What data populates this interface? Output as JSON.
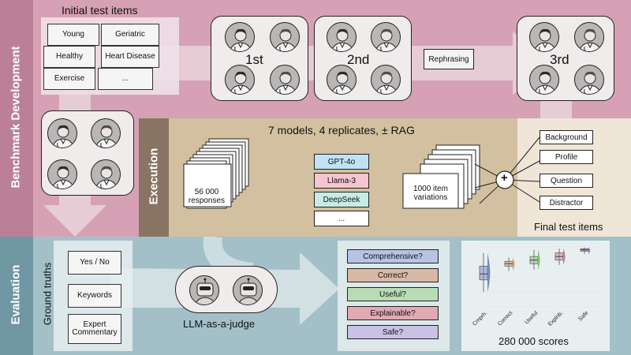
{
  "sections": {
    "benchmark": "Benchmark Development",
    "execution": "Execution",
    "evaluation": "Evaluation",
    "ground_truths": "Ground truths"
  },
  "bench": {
    "initial_title": "Initial test items",
    "initial_items": [
      "Young",
      "Geriatric",
      "Healthy",
      "Heart Disease",
      "Exercise",
      "..."
    ],
    "rounds": [
      "1st",
      "2nd",
      "3rd"
    ],
    "rephrasing": "Rephrasing"
  },
  "execution": {
    "title": "7 models, 4 replicates, ± RAG",
    "responses": "56 000 responses",
    "models": [
      {
        "name": "GPT-4o",
        "color": "#bfe3f5"
      },
      {
        "name": "Llama-3",
        "color": "#f4c6cf"
      },
      {
        "name": "DeepSeek",
        "color": "#c7ece3"
      },
      {
        "name": "...",
        "color": "#ffffff"
      }
    ],
    "variations": "1000 item variations",
    "plus": "+",
    "components": [
      "Background",
      "Profile",
      "Question",
      "Distractor"
    ],
    "final_label": "Final test items"
  },
  "evaluation": {
    "ground_truths": [
      "Yes / No",
      "Keywords",
      "Expert Commentary"
    ],
    "judge": "LLM-as-a-judge",
    "criteria": [
      {
        "label": "Comprehensive?",
        "color": "#b7c3e6"
      },
      {
        "label": "Correct?",
        "color": "#d8b9a6"
      },
      {
        "label": "Useful?",
        "color": "#b8ddb4"
      },
      {
        "label": "Explainable?",
        "color": "#e0a9b3"
      },
      {
        "label": "Safe?",
        "color": "#c9c2e6"
      }
    ],
    "scores": "280 000 scores"
  },
  "chart_data": {
    "type": "box",
    "categories": [
      "Cmprh.",
      "Correct",
      "Useful",
      "Explnb.",
      "Safe"
    ],
    "colors": [
      "#6d7fbf",
      "#d99a63",
      "#7cbf77",
      "#c77a86",
      "#8a70c2"
    ],
    "series": [
      {
        "min": 0.25,
        "q1": 0.45,
        "median": 0.55,
        "q3": 0.68,
        "max": 0.9
      },
      {
        "min": 0.6,
        "q1": 0.68,
        "median": 0.72,
        "q3": 0.76,
        "max": 0.82
      },
      {
        "min": 0.62,
        "q1": 0.72,
        "median": 0.78,
        "q3": 0.84,
        "max": 0.95
      },
      {
        "min": 0.7,
        "q1": 0.78,
        "median": 0.84,
        "q3": 0.9,
        "max": 0.97
      },
      {
        "min": 0.88,
        "q1": 0.93,
        "median": 0.95,
        "q3": 0.97,
        "max": 0.99
      }
    ],
    "ylim": [
      0,
      1
    ]
  }
}
